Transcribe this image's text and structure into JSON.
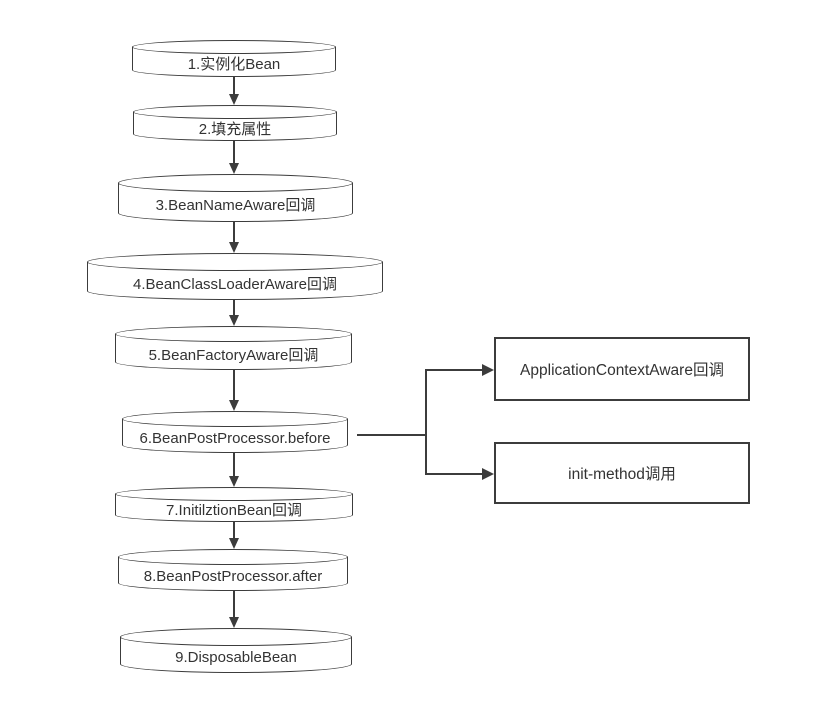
{
  "diagram": {
    "type": "flowchart",
    "background_color": "#ffffff",
    "stroke_color": "#3c3c3c",
    "text_color": "#333333",
    "nodes": [
      {
        "id": "step-1",
        "shape": "cylinder",
        "label": "1.实例化Bean"
      },
      {
        "id": "step-2",
        "shape": "cylinder",
        "label": "2.填充属性"
      },
      {
        "id": "step-3",
        "shape": "cylinder",
        "label": "3.BeanNameAware回调"
      },
      {
        "id": "step-4",
        "shape": "cylinder",
        "label": "4.BeanClassLoaderAware回调"
      },
      {
        "id": "step-5",
        "shape": "cylinder",
        "label": "5.BeanFactoryAware回调"
      },
      {
        "id": "step-6",
        "shape": "cylinder",
        "label": "6.BeanPostProcessor.before"
      },
      {
        "id": "step-7",
        "shape": "cylinder",
        "label": "7.InitilztionBean回调"
      },
      {
        "id": "step-8",
        "shape": "cylinder",
        "label": "8.BeanPostProcessor.after"
      },
      {
        "id": "step-9",
        "shape": "cylinder",
        "label": "9.DisposableBean"
      }
    ],
    "side_nodes": [
      {
        "id": "application-context-aware",
        "shape": "rectangle",
        "label": "ApplicationContextAware回调"
      },
      {
        "id": "init-method",
        "shape": "rectangle",
        "label": "init-method调用"
      }
    ],
    "edges": [
      {
        "from": "step-1",
        "to": "step-2",
        "style": "arrow"
      },
      {
        "from": "step-2",
        "to": "step-3",
        "style": "arrow"
      },
      {
        "from": "step-3",
        "to": "step-4",
        "style": "arrow"
      },
      {
        "from": "step-4",
        "to": "step-5",
        "style": "arrow"
      },
      {
        "from": "step-5",
        "to": "step-6",
        "style": "arrow"
      },
      {
        "from": "step-6",
        "to": "step-7",
        "style": "arrow"
      },
      {
        "from": "step-7",
        "to": "step-8",
        "style": "arrow"
      },
      {
        "from": "step-8",
        "to": "step-9",
        "style": "arrow"
      },
      {
        "from": "step-6",
        "to": "application-context-aware",
        "style": "elbow-arrow"
      },
      {
        "from": "step-6",
        "to": "init-method",
        "style": "elbow-arrow"
      }
    ]
  }
}
